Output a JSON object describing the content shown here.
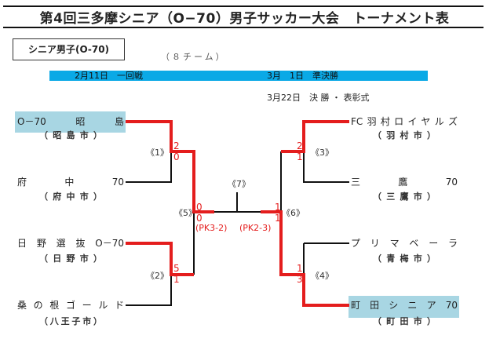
{
  "title": "第4回三多摩シニア（O−70）男子サッカー大会　トーナメント表",
  "division": "シニア男子(O-70)",
  "team_count": "（８チーム）",
  "schedule": {
    "round1": "2月11日　一回戦",
    "semi": "3月　1日　準決勝",
    "final": "3月22日　決 勝 ・ 表彰式"
  },
  "colors": {
    "winner_line": "#e41d1d",
    "bar": "#0aa9e6",
    "highlight": "#a8d6e3"
  },
  "teams": [
    {
      "name": "O－70昭島",
      "city": "（昭島市）",
      "highlight": true
    },
    {
      "name": "府中70",
      "city": "（府中市）"
    },
    {
      "name": "日野選抜O－70",
      "city": "（日野市）"
    },
    {
      "name": "桑の根ゴールド",
      "city": "（八王子市）"
    },
    {
      "name": "FC羽村ロイヤルズ",
      "city": "（羽村市）"
    },
    {
      "name": "三鷹70",
      "city": "（三鷹市）"
    },
    {
      "name": "プリマベーラ",
      "city": "（青梅市）"
    },
    {
      "name": "町田シニア70",
      "city": "（町田市）",
      "highlight": true
    }
  ],
  "matches": {
    "m1": {
      "label": "《1》",
      "top": "2",
      "bottom": "0"
    },
    "m2": {
      "label": "《2》",
      "top": "5",
      "bottom": "1"
    },
    "m3": {
      "label": "《3》",
      "top": "2",
      "bottom": "1"
    },
    "m4": {
      "label": "《4》",
      "top": "1",
      "bottom": "3"
    },
    "m5": {
      "label": "《5》",
      "top": "0",
      "bottom": "0",
      "pk": "(PK3-2)"
    },
    "m6": {
      "label": "《6》",
      "top": "1",
      "bottom": "1",
      "pk": "(PK2-3)"
    },
    "m7": {
      "label": "《7》"
    }
  }
}
